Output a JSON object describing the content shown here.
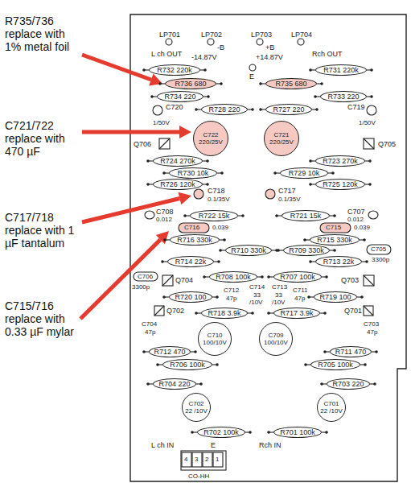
{
  "diagram": {
    "nodes": [
      {
        "text": [
          "R732 220k"
        ]
      },
      {
        "text": [
          "R731 220k"
        ]
      },
      {
        "text": [
          "R736 680"
        ]
      },
      {
        "text": [
          "R735 680"
        ]
      },
      {
        "text": [
          "R734 220"
        ]
      },
      {
        "text": [
          "R733 220"
        ]
      },
      {
        "text": [
          "R728 220"
        ]
      },
      {
        "text": [
          "R727 220"
        ]
      },
      {
        "text": [
          "C722 220/25V"
        ]
      },
      {
        "text": [
          "C721 220/25V"
        ]
      },
      {
        "text": [
          "R724 270k"
        ]
      },
      {
        "text": [
          "R723 270k"
        ]
      },
      {
        "text": [
          "R730 10k"
        ]
      },
      {
        "text": [
          "R729 10k"
        ]
      },
      {
        "text": [
          "R726 120k"
        ]
      },
      {
        "text": [
          "R725 120k"
        ]
      },
      {
        "text": [
          "R722 15k"
        ]
      },
      {
        "text": [
          "R721 15k"
        ]
      },
      {
        "text": [
          "R716 330k"
        ]
      },
      {
        "text": [
          "R715 330k"
        ]
      },
      {
        "text": [
          "R710 330k"
        ]
      },
      {
        "text": [
          "R709 330k"
        ]
      },
      {
        "text": [
          "R714 22k"
        ]
      },
      {
        "text": [
          "R713 22k"
        ]
      },
      {
        "text": [
          "R708 100k"
        ]
      },
      {
        "text": [
          "R707 100k"
        ]
      },
      {
        "text": [
          "R720 100"
        ]
      },
      {
        "text": [
          "R719 100"
        ]
      },
      {
        "text": [
          "R718 3.9k"
        ]
      },
      {
        "text": [
          "R717 3.9k"
        ]
      },
      {
        "text": [
          "C710 100/10V"
        ]
      },
      {
        "text": [
          "C709 100/10V"
        ]
      },
      {
        "text": [
          "R712 470"
        ]
      },
      {
        "text": [
          "R711 470"
        ]
      },
      {
        "text": [
          "R706 100k"
        ]
      },
      {
        "text": [
          "R705 100k"
        ]
      },
      {
        "text": [
          "R704 220"
        ]
      },
      {
        "text": [
          "R703 220"
        ]
      },
      {
        "text": [
          "C702 22 /10V"
        ]
      },
      {
        "text": [
          "C701 22 /10V"
        ]
      },
      {
        "text": [
          "R702 100k"
        ]
      },
      {
        "text": [
          "R701 100k"
        ]
      }
    ],
    "labels": [
      "R735/736 replace with 1% metal foil",
      "C721/722 replace with 470 µF",
      "C717/718 replace with 1 µF tantalum",
      "C715/716 replace with 0.33 µF mylar",
      "LP701",
      "LP702",
      "LP703",
      "LP704",
      "-B",
      "+B",
      "L ch OUT",
      "-14.87V",
      "+14.87V",
      "Rch OUT",
      "E",
      "C720",
      "C719",
      "1/50V",
      "1/50V",
      "Q706",
      "Q705",
      "C718",
      "C717",
      "0.1/35V",
      "0.1/35V",
      "C708",
      "C707",
      "0.012",
      "0.012",
      "C716",
      "0.039",
      "C715",
      "0.039",
      "C706",
      "C705",
      "3300p",
      "3300p",
      "Q704",
      "Q703",
      "C714",
      "C713",
      "C712",
      "C711",
      "33",
      "33",
      "47p",
      "47p",
      "/10V",
      "/10V",
      "Q702",
      "Q701",
      "C704",
      "C703",
      "47p",
      "47p",
      "L ch IN",
      "E",
      "Rch IN",
      "4",
      "3",
      "2",
      "1",
      "CO-HH"
    ]
  }
}
